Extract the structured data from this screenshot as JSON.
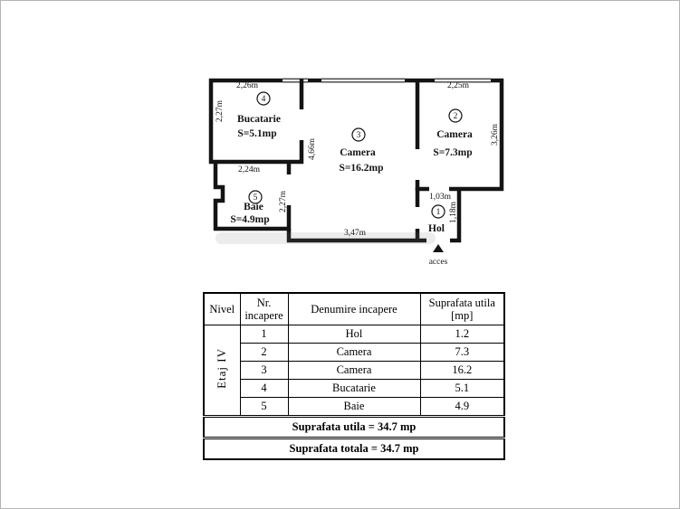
{
  "plan": {
    "access_label": "acces",
    "rooms": {
      "bucatarie": {
        "num": "4",
        "name": "Bucatarie",
        "area": "S=5.1mp"
      },
      "camera3": {
        "num": "3",
        "name": "Camera",
        "area": "S=16.2mp"
      },
      "camera2": {
        "num": "2",
        "name": "Camera",
        "area": "S=7.3mp"
      },
      "baie": {
        "num": "5",
        "name": "Baie",
        "area": "S=4.9mp"
      },
      "hol": {
        "num": "1",
        "name": "Hol"
      }
    },
    "dims": {
      "bucatarie_top": "2,26m",
      "bucatarie_left": "2,27m",
      "camera_left": "4,66m",
      "camera_bottom": "3,47m",
      "camera2_top": "2,25m",
      "camera2_right": "3,26m",
      "baie_top": "2,24m",
      "baie_right": "2,27m",
      "hol_top": "1,03m",
      "hol_right": "1,18m"
    }
  },
  "table": {
    "headers": {
      "nivel": "Nivel",
      "nr": "Nr.\nincapere",
      "denumire": "Denumire incapere",
      "suprafata": "Suprafata utila\n[mp]"
    },
    "level_label": "Etaj IV",
    "rows": [
      {
        "nr": "1",
        "name": "Hol",
        "area": "1.2"
      },
      {
        "nr": "2",
        "name": "Camera",
        "area": "7.3"
      },
      {
        "nr": "3",
        "name": "Camera",
        "area": "16.2"
      },
      {
        "nr": "4",
        "name": "Bucatarie",
        "area": "5.1"
      },
      {
        "nr": "5",
        "name": "Baie",
        "area": "4.9"
      }
    ],
    "totals": {
      "utila": "Suprafata utila = 34.7 mp",
      "totala": "Suprafata totala = 34.7 mp"
    }
  }
}
